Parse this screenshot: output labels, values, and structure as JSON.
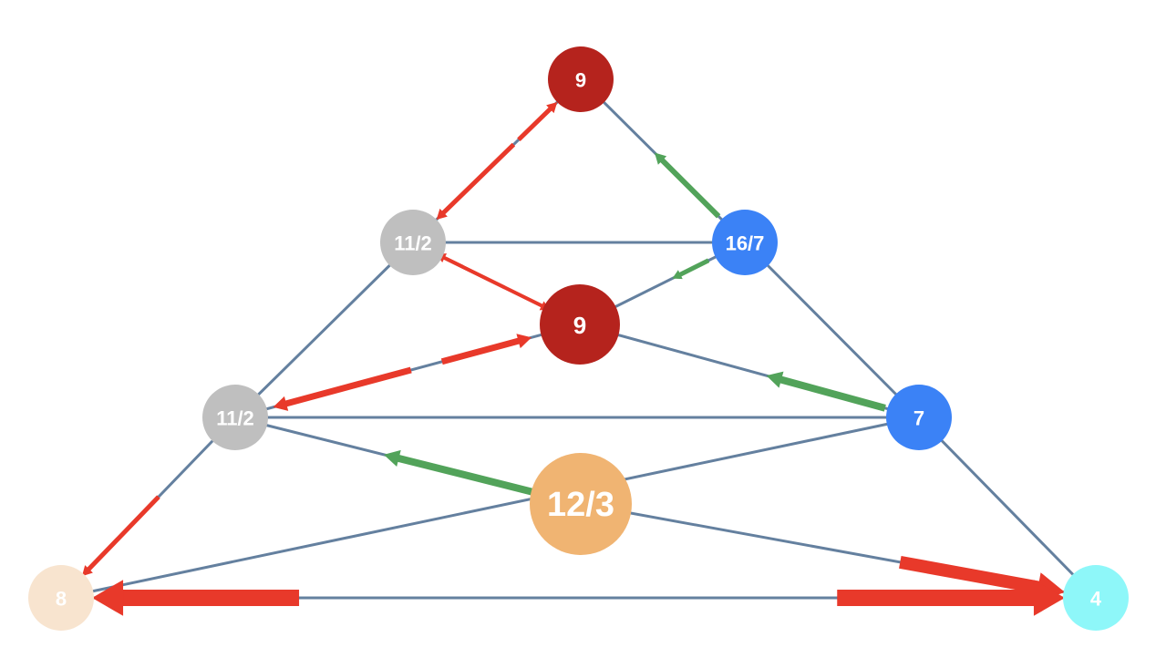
{
  "nodes": [
    {
      "id": "top",
      "label": "9",
      "color": "#b5231d"
    },
    {
      "id": "mid-left-upper",
      "label": "11/2",
      "color": "#bfbfbf"
    },
    {
      "id": "mid-right-upper",
      "label": "16/7",
      "color": "#3b82f6"
    },
    {
      "id": "center",
      "label": "9",
      "color": "#b5231d"
    },
    {
      "id": "mid-left-lower",
      "label": "11/2",
      "color": "#bfbfbf"
    },
    {
      "id": "mid-right-lower",
      "label": "7",
      "color": "#3b82f6"
    },
    {
      "id": "lower-center",
      "label": "12/3",
      "color": "#f0b472"
    },
    {
      "id": "bottom-left",
      "label": "8",
      "color": "#f8e4cf"
    },
    {
      "id": "bottom-right",
      "label": "4",
      "color": "#8ef7f9"
    }
  ],
  "edges": [
    [
      "top",
      "mid-left-upper"
    ],
    [
      "top",
      "mid-right-upper"
    ],
    [
      "mid-left-upper",
      "mid-right-upper"
    ],
    [
      "mid-left-upper",
      "center"
    ],
    [
      "mid-right-upper",
      "center"
    ],
    [
      "mid-left-upper",
      "mid-left-lower"
    ],
    [
      "mid-right-upper",
      "mid-right-lower"
    ],
    [
      "center",
      "mid-left-lower"
    ],
    [
      "center",
      "mid-right-lower"
    ],
    [
      "mid-left-lower",
      "mid-right-lower"
    ],
    [
      "mid-left-lower",
      "bottom-left"
    ],
    [
      "mid-right-lower",
      "bottom-right"
    ],
    [
      "mid-left-lower",
      "lower-center"
    ],
    [
      "lower-center",
      "bottom-right"
    ],
    [
      "mid-right-lower",
      "bottom-left"
    ],
    [
      "bottom-left",
      "bottom-right"
    ]
  ],
  "flows": [
    {
      "from": "mid-left-upper",
      "to": "top",
      "color": "#e8392a"
    },
    {
      "from": "top",
      "to": "mid-left-upper",
      "color": "#e8392a"
    },
    {
      "from": "mid-right-upper",
      "to": "top",
      "color": "#52a35a"
    },
    {
      "from": "mid-left-upper",
      "to": "center",
      "color": "#e8392a"
    },
    {
      "from": "center",
      "to": "mid-left-upper",
      "color": "#e8392a"
    },
    {
      "from": "mid-right-upper",
      "to": "center",
      "color": "#52a35a"
    },
    {
      "from": "center",
      "to": "mid-left-lower",
      "color": "#e8392a"
    },
    {
      "from": "mid-left-lower",
      "to": "center",
      "color": "#e8392a"
    },
    {
      "from": "mid-right-lower",
      "to": "center",
      "color": "#52a35a"
    },
    {
      "from": "lower-center",
      "to": "mid-left-lower",
      "color": "#52a35a"
    },
    {
      "from": "mid-left-lower",
      "to": "bottom-left",
      "color": "#e8392a"
    },
    {
      "from": "lower-center",
      "to": "bottom-right",
      "color": "#e8392a"
    },
    {
      "from": "bottom-right",
      "to": "bottom-left",
      "color": "#e8392a"
    },
    {
      "from": "bottom-left",
      "to": "bottom-right",
      "color": "#e8392a"
    }
  ],
  "edge_color": "#64809f"
}
